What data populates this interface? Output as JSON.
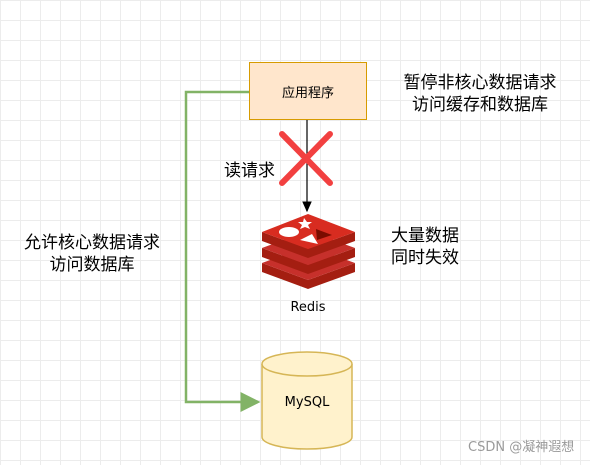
{
  "app_box": {
    "label": "应用程序"
  },
  "annotations": {
    "pause_line1": "暂停非核心数据请求",
    "pause_line2": "访问缓存和数据库",
    "read_request": "读请求",
    "allow_line1": "允许核心数据请求",
    "allow_line2": "访问数据库",
    "mass_line1": "大量数据",
    "mass_line2": "同时失效"
  },
  "redis": {
    "label": "Redis"
  },
  "mysql": {
    "label": "MySQL"
  },
  "watermark": "CSDN @凝神遐想",
  "colors": {
    "app_fill": "#ffe6cc",
    "app_stroke": "#d79b00",
    "db_fill": "#fff2cc",
    "db_stroke": "#d6b656",
    "green_arrow": "#82b366",
    "red_cross": "#f24040",
    "redis_red": "#c6302b"
  }
}
